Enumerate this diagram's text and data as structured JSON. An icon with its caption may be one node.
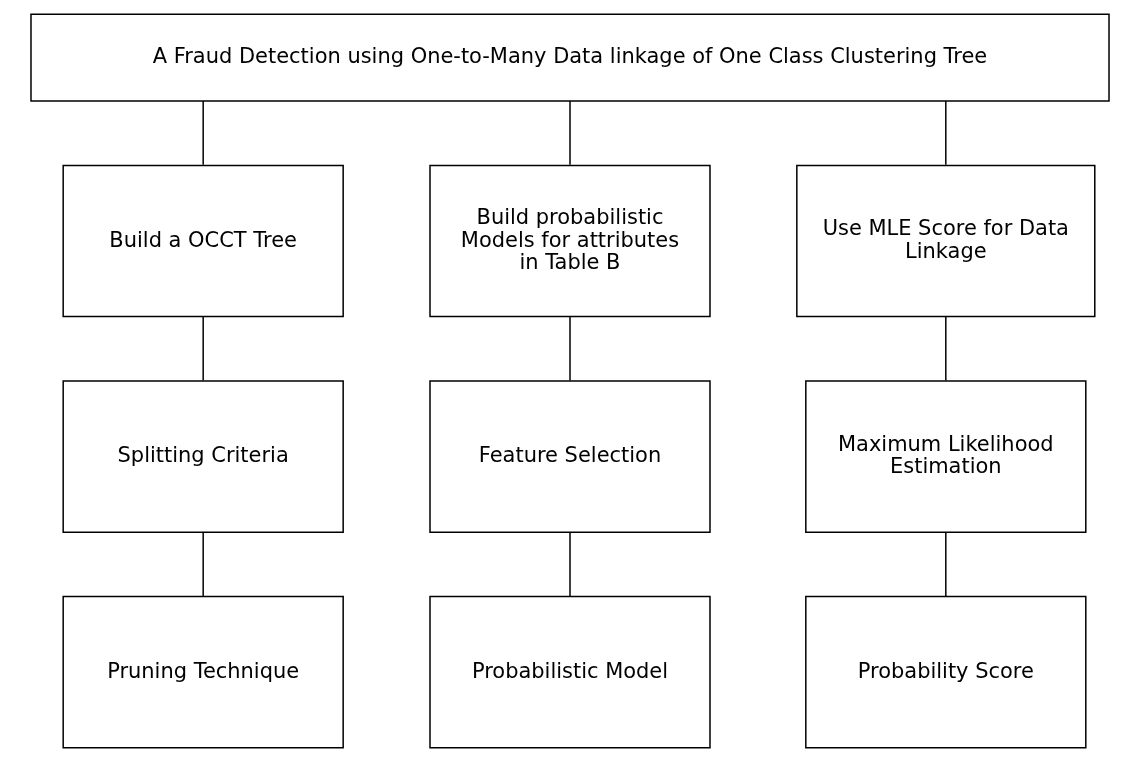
{
  "diagram": {
    "nodes": [
      {
        "text": [
          "A Fraud Detection using One-to-Many Data linkage of One Class Clustering Tree"
        ]
      },
      {
        "text": [
          "Build a OCCT Tree"
        ]
      },
      {
        "text": [
          "Splitting Criteria"
        ]
      },
      {
        "text": [
          "Pruning Technique"
        ]
      },
      {
        "text": [
          "Build probabilistic Models for attributes in Table B"
        ]
      },
      {
        "text": [
          "Feature Selection"
        ]
      },
      {
        "text": [
          "Probabilistic Model"
        ]
      },
      {
        "text": [
          "Use MLE Score for Data Linkage"
        ]
      },
      {
        "text": [
          "Maximum Likelihood Estimation"
        ]
      },
      {
        "text": [
          "Probability Score"
        ]
      }
    ],
    "edges": [
      {
        "from": 0,
        "to": 1,
        "arrow": "none"
      },
      {
        "from": 0,
        "to": 4,
        "arrow": "none"
      },
      {
        "from": 0,
        "to": 7,
        "arrow": "none"
      },
      {
        "from": 1,
        "to": 2,
        "arrow": "none"
      },
      {
        "from": 2,
        "to": 3,
        "arrow": "none"
      },
      {
        "from": 4,
        "to": 5,
        "arrow": "none"
      },
      {
        "from": 5,
        "to": 6,
        "arrow": "none"
      },
      {
        "from": 7,
        "to": 8,
        "arrow": "none"
      },
      {
        "from": 8,
        "to": 9,
        "arrow": "none"
      }
    ]
  }
}
